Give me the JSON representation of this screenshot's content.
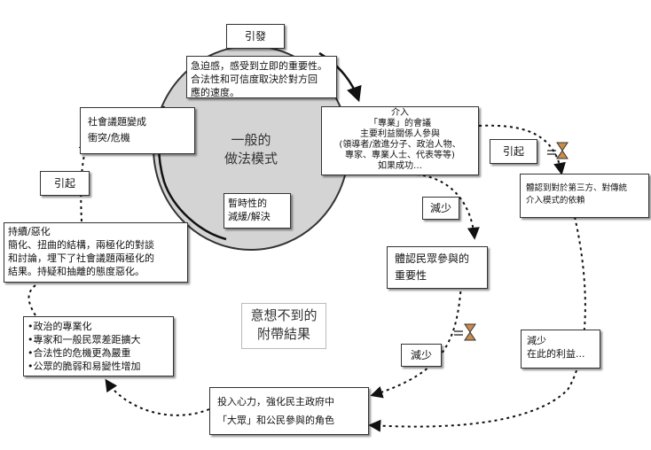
{
  "title": "一般的做法模式",
  "center": {
    "label_line1": "一般的",
    "label_line2": "做法模式"
  },
  "top_trigger": "引發",
  "urgency": {
    "line1": "急迫感，感受到立即的重要性。",
    "line2": "合法性和可信度取決於對方回",
    "line3": "應的速度。"
  },
  "social_issue": {
    "line1": "社會議題變成",
    "line2": "衝突/危機"
  },
  "temporary_relief": {
    "line1": "暫時性的",
    "line2": "減緩/解決"
  },
  "experts": {
    "line1": "介入",
    "line2": "「專業」的會議",
    "line3": "主要利益關係人參與",
    "line4": "(領導者/激進分子、政治人物、",
    "line5": "專家、專業人士、代表等等)",
    "line6": "如果成功…"
  },
  "trigger_right": "引起",
  "reliance": {
    "line1": "體認到對於第三方、對傳統",
    "line2": "介入模式的依賴"
  },
  "reduce_top": "減少",
  "public_participation": {
    "line1": "體認民眾參與的",
    "line2": "重要性"
  },
  "reduce_mid": "減少",
  "reduce_interest": {
    "line1": "減少",
    "line2": "在此的利益..."
  },
  "invest": {
    "line1": "投入心力，強化民主政府中",
    "line2": "「大眾」和公民參與的角色"
  },
  "unexpected": {
    "line1": "意想不到的",
    "line2": "附帶結果"
  },
  "politicization": {
    "item1": "•政治的專業化",
    "item2": "•專家和一般民眾差距擴大",
    "item3": "•合法性的危機更為嚴重",
    "item4": "•公眾的脆弱和易變性增加"
  },
  "persistent": {
    "line1": "持續/惡化",
    "line2": "簡化、扭曲的結構，兩極化的對談",
    "line3": "和討論，埋下了社會議題兩極化的",
    "line4": "結果。持疑和抽離的態度惡化。"
  },
  "trigger_left": "引起"
}
